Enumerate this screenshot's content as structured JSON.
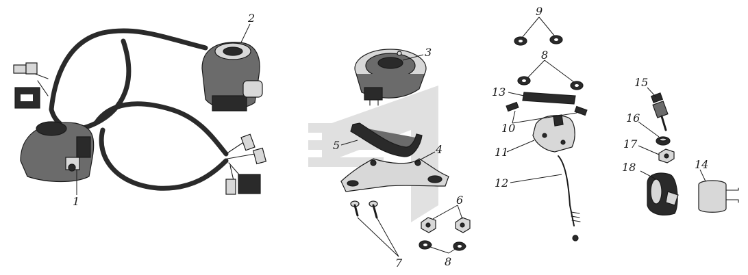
{
  "labels": {
    "l1": "1",
    "l2": "2",
    "l3": "3",
    "l4": "4",
    "l5": "5",
    "l6": "6",
    "l7": "7",
    "l8a": "8",
    "l8b": "8",
    "l9": "9",
    "l10": "10",
    "l11": "11",
    "l12": "12",
    "l13": "13",
    "l14": "14",
    "l15": "15",
    "l16": "16",
    "l17": "17",
    "l18": "18"
  }
}
